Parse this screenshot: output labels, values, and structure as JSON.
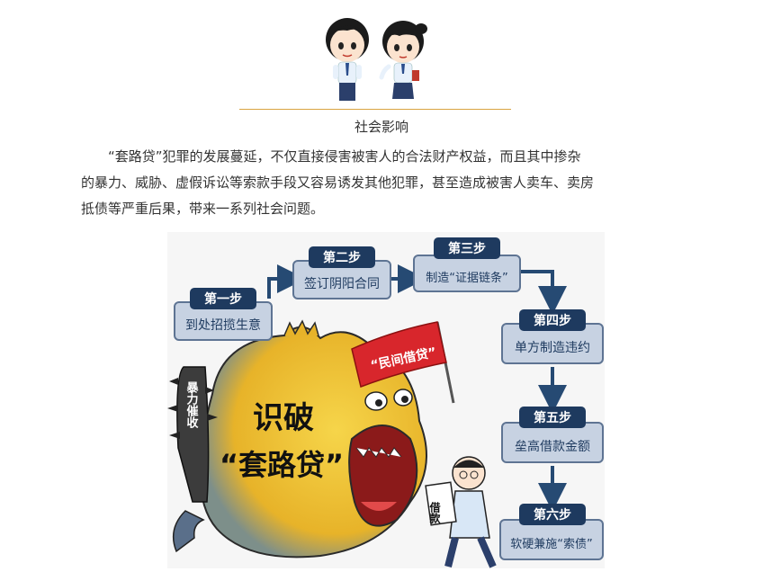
{
  "section": {
    "title": "社会影响"
  },
  "paragraph": {
    "lines": [
      "“套路贷”犯罪的发展蔓延，不仅直接侵害被害人的合法财产权益，而且其中掺杂",
      "的暴力、威胁、虚假诉讼等索款手段又容易诱发其他犯罪，甚至造成被害人卖车、卖房",
      "抵债等严重后果，带来一系列社会问题。"
    ]
  },
  "illustration": {
    "steps": [
      {
        "title": "第一步",
        "text": "到处招揽生意"
      },
      {
        "title": "第二步",
        "text": "签订阴阳合同"
      },
      {
        "title": "第三步",
        "text": "制造“证据链条”"
      },
      {
        "title": "第四步",
        "text": "单方制造违约"
      },
      {
        "title": "第五步",
        "text": "垒高借款金额"
      },
      {
        "title": "第六步",
        "text": "软硬兼施“索债”"
      }
    ],
    "monster_title_1": "识破",
    "monster_title_2": "“套路贷”",
    "flag_text": "“民间借贷”",
    "club_text": "暴力催收",
    "paper_text": "借款"
  },
  "colors": {
    "box_fill": "#c7d2e2",
    "box_stroke": "#5e7493",
    "tab_fill": "#1e3a5f",
    "arrow": "#264a73",
    "monster_yellow": "#f2c230",
    "flag_red": "#d8262c",
    "divider": "#d9a441"
  }
}
